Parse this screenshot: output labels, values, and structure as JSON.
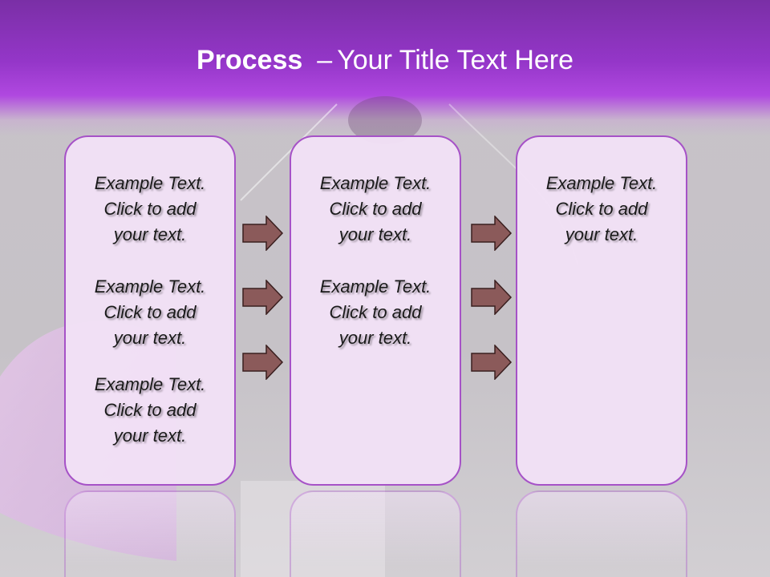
{
  "slide": {
    "title": {
      "bold": "Process",
      "dash": "–",
      "rest": "Your Title Text Here"
    },
    "columns": [
      {
        "items": [
          "Example Text.\nClick  to add\nyour text.",
          "Example Text.\nClick  to add\nyour text.",
          "Example Text.\nClick  to add\nyour text."
        ]
      },
      {
        "items": [
          "Example Text.\nClick  to add\nyour text.",
          "Example Text.\nClick  to add\nyour text."
        ]
      },
      {
        "items": [
          "Example Text.\nClick  to add\nyour text."
        ]
      }
    ],
    "arrow_icon": "right-arrow-icon",
    "colors": {
      "header": "#9436c8",
      "box_border": "#a652c7",
      "box_fill": "#f1e1f6",
      "arrow": "#8b5a5a"
    }
  }
}
